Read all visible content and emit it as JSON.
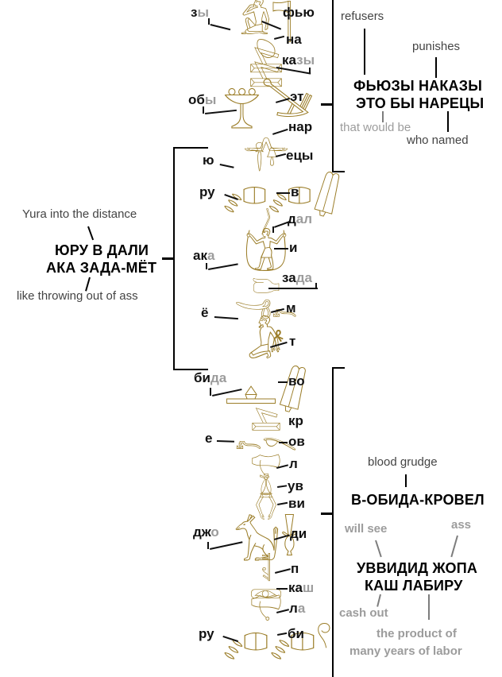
{
  "meta": {
    "title": "Hieroglyph transliteration diagram",
    "colors": {
      "glyph": "#9b7d28",
      "label_primary": "#111111",
      "label_secondary": "#9c9c9c",
      "annotation_gray": "#9c9c9c",
      "line": "#000000",
      "background": "#ffffff"
    }
  },
  "glyph_rows": [
    {
      "id": "row-1",
      "glyphs": "𓀁𓊹",
      "left": null,
      "right": null
    },
    {
      "id": "row-2",
      "glyphs": "𓆇",
      "left": null,
      "right": null
    },
    {
      "id": "row-3",
      "glyphs": "𓍆",
      "left": null,
      "right": null
    },
    {
      "id": "row-4",
      "glyphs": "𓍆",
      "left": null,
      "right": null
    },
    {
      "id": "row-5",
      "glyphs": "𓊱𓍁",
      "left": null,
      "right": null
    },
    {
      "id": "row-6",
      "glyphs": "𓂜",
      "left": null,
      "right": null
    },
    {
      "id": "row-7",
      "glyphs": "𓍌𓍊",
      "left": null,
      "right": null
    },
    {
      "id": "row-8",
      "glyphs": "𓌽𓌽𓋛",
      "left": null,
      "right": null
    },
    {
      "id": "row-9",
      "glyphs": "𓌚",
      "left": null,
      "right": null
    },
    {
      "id": "row-10",
      "glyphs": "𓀪",
      "left": null,
      "right": null
    },
    {
      "id": "row-11",
      "glyphs": "𓂬",
      "left": null,
      "right": null
    },
    {
      "id": "row-12",
      "glyphs": "𓌮𓍉",
      "left": null,
      "right": null
    },
    {
      "id": "row-13",
      "glyphs": "𓀏",
      "left": null,
      "right": null
    },
    {
      "id": "row-14",
      "glyphs": "𓊵𓋛",
      "left": null,
      "right": null
    },
    {
      "id": "row-15",
      "glyphs": "𓍆",
      "left": null,
      "right": null
    },
    {
      "id": "row-16",
      "glyphs": "𓍉𓌎",
      "left": null,
      "right": null
    },
    {
      "id": "row-17",
      "glyphs": "𓍜",
      "left": null,
      "right": null
    },
    {
      "id": "row-18",
      "glyphs": "𓌥",
      "left": null,
      "right": null
    },
    {
      "id": "row-19",
      "glyphs": "𓂘",
      "left": null,
      "right": null
    },
    {
      "id": "row-20",
      "glyphs": "𓃩𓌣",
      "left": null,
      "right": null
    },
    {
      "id": "row-21",
      "glyphs": "𓌟",
      "left": null,
      "right": null
    },
    {
      "id": "row-22",
      "glyphs": "𓁽",
      "left": null,
      "right": null
    },
    {
      "id": "row-23",
      "glyphs": "𓍜",
      "left": null,
      "right": null
    },
    {
      "id": "row-24",
      "glyphs": "𓌽𓌽𓍢",
      "left": null,
      "right": null
    }
  ],
  "labels_left": [
    {
      "id": "lbl-zy",
      "main": "з",
      "tail": "ы"
    },
    {
      "id": "lbl-oby",
      "main": "об",
      "tail": "ы"
    },
    {
      "id": "lbl-yu",
      "main": "ю",
      "tail": ""
    },
    {
      "id": "lbl-ru1",
      "main": "ру",
      "tail": ""
    },
    {
      "id": "lbl-aka",
      "main": "ак",
      "tail": "а"
    },
    {
      "id": "lbl-yo",
      "main": "ё",
      "tail": ""
    },
    {
      "id": "lbl-bida",
      "main": "би",
      "tail": "да"
    },
    {
      "id": "lbl-e",
      "main": "е",
      "tail": ""
    },
    {
      "id": "lbl-dzho",
      "main": "дж",
      "tail": "о"
    },
    {
      "id": "lbl-ru2",
      "main": "ру",
      "tail": ""
    }
  ],
  "labels_right": [
    {
      "id": "lbl-fyu",
      "main": "фью",
      "tail": ""
    },
    {
      "id": "lbl-na",
      "main": "на",
      "tail": ""
    },
    {
      "id": "lbl-kazy",
      "main": "ка",
      "tail": "зы"
    },
    {
      "id": "lbl-et",
      "main": "эт",
      "tail": ""
    },
    {
      "id": "lbl-nar",
      "main": "нар",
      "tail": ""
    },
    {
      "id": "lbl-ecy",
      "main": "ецы",
      "tail": ""
    },
    {
      "id": "lbl-v",
      "main": "в",
      "tail": ""
    },
    {
      "id": "lbl-dal",
      "main": "д",
      "tail": "ал"
    },
    {
      "id": "lbl-i",
      "main": "и",
      "tail": ""
    },
    {
      "id": "lbl-zada",
      "main": "за",
      "tail": "да"
    },
    {
      "id": "lbl-m",
      "main": "м",
      "tail": ""
    },
    {
      "id": "lbl-t",
      "main": "т",
      "tail": ""
    },
    {
      "id": "lbl-vo",
      "main": "во",
      "tail": ""
    },
    {
      "id": "lbl-kr",
      "main": "кр",
      "tail": ""
    },
    {
      "id": "lbl-ov",
      "main": "ов",
      "tail": ""
    },
    {
      "id": "lbl-l",
      "main": "л",
      "tail": ""
    },
    {
      "id": "lbl-uv",
      "main": "ув",
      "tail": ""
    },
    {
      "id": "lbl-vi",
      "main": "ви",
      "tail": ""
    },
    {
      "id": "lbl-di",
      "main": "ди",
      "tail": ""
    },
    {
      "id": "lbl-p",
      "main": "п",
      "tail": ""
    },
    {
      "id": "lbl-kash",
      "main": "ка",
      "tail": "ш"
    },
    {
      "id": "lbl-la",
      "main": "л",
      "tail": "а"
    },
    {
      "id": "lbl-bi",
      "main": "би",
      "tail": ""
    }
  ],
  "annotations": {
    "top_right": {
      "gloss_above_left": "refusers",
      "gloss_above_right": "punishes",
      "phrase_line1": "ФЬЮЗЫ НАКАЗЫ",
      "phrase_line2": "ЭТО БЫ НАРЕЦЫ",
      "gloss_below_left": "that would be",
      "gloss_below_right": "who named"
    },
    "left_middle": {
      "gloss_above": "Yura into the distance",
      "phrase_line1": "ЮРУ В ДАЛИ",
      "phrase_line2": "АКА ЗАДА-МЁТ",
      "gloss_below": "like throwing out of ass"
    },
    "bottom_right_upper": {
      "gloss_above": "blood grudge",
      "phrase_line1": "В-ОБИДА-КРОВЕЛ"
    },
    "bottom_right_lower": {
      "gloss_above_left": "will see",
      "gloss_above_right": "ass",
      "phrase_line1": "УВВИДИД ЖОПА",
      "phrase_line2": "КАШ ЛАБИРУ",
      "gloss_below_left": "cash out",
      "gloss_below_right_line1": "the product of",
      "gloss_below_right_line2": "many years of labor"
    }
  }
}
